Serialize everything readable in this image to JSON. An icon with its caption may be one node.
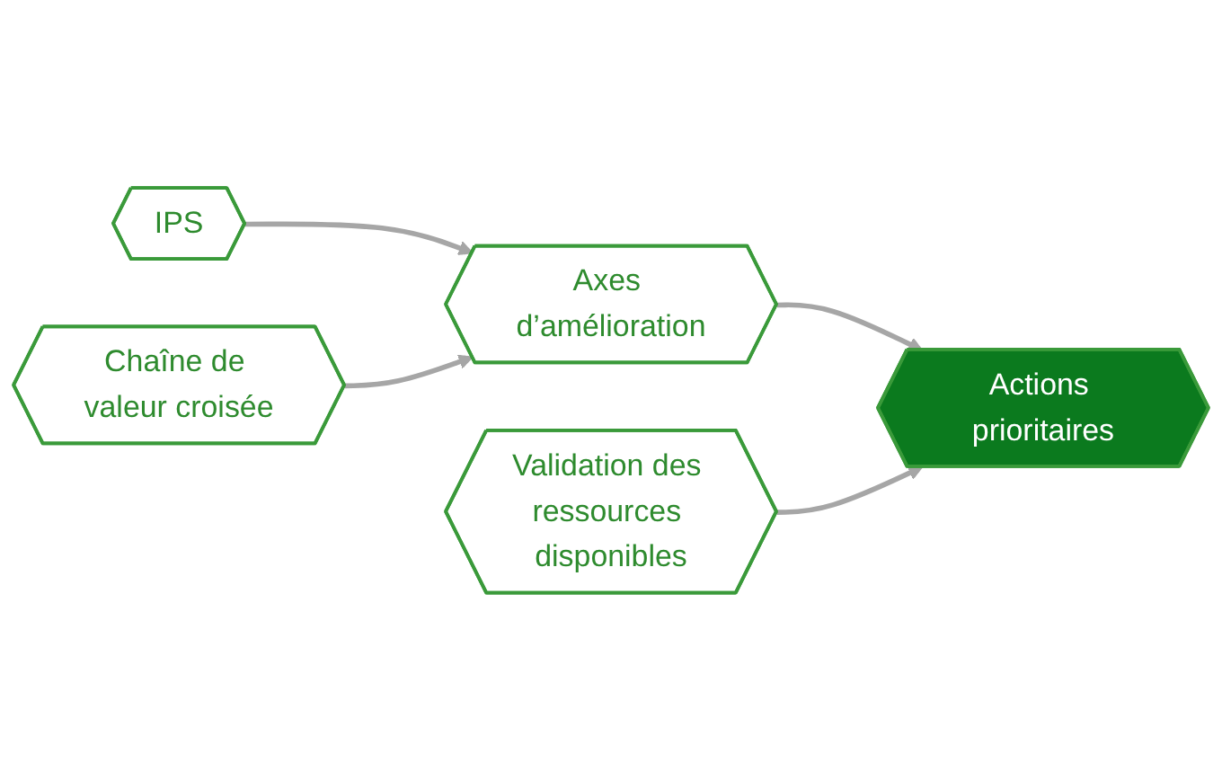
{
  "diagram": {
    "nodes": [
      {
        "text": [
          "IPS"
        ]
      },
      {
        "text": [
          "Axes d’amélioration"
        ]
      },
      {
        "text": [
          "Chaîne de valeur croisée"
        ]
      },
      {
        "text": [
          "Actions prioritaires"
        ]
      },
      {
        "text": [
          "Validation des ressources disponibles"
        ]
      }
    ],
    "edges": [
      {
        "from": 0,
        "to": 1,
        "arrow": "to"
      },
      {
        "from": 2,
        "to": 1,
        "arrow": "to"
      },
      {
        "from": 1,
        "to": 3,
        "arrow": "to"
      },
      {
        "from": 4,
        "to": 3,
        "arrow": "to"
      }
    ]
  }
}
